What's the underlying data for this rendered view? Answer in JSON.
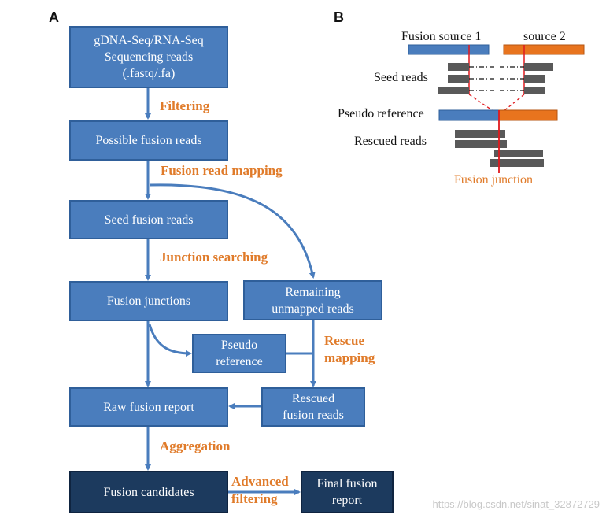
{
  "panels": {
    "a": "A",
    "b": "B"
  },
  "flowchart": {
    "boxes": {
      "sequencing": "gDNA-Seq/RNA-Seq\nSequencing reads\n(.fastq/.fa)",
      "possible": "Possible fusion reads",
      "seed": "Seed fusion reads",
      "junctions": "Fusion junctions",
      "remaining": "Remaining\nunmapped reads",
      "pseudo": "Pseudo\nreference",
      "raw_report": "Raw fusion report",
      "rescued": "Rescued\nfusion reads",
      "candidates": "Fusion candidates",
      "final_report": "Final fusion\nreport"
    },
    "steps": {
      "filtering": "Filtering",
      "mapping": "Fusion read mapping",
      "junction_search": "Junction searching",
      "rescue": "Rescue\nmapping",
      "aggregation": "Aggregation",
      "advanced": "Advanced\nfiltering"
    },
    "colors": {
      "box": "#4a7dbd",
      "box_dark": "#1c3a5e",
      "arrow": "#4a7dbd",
      "step_text": "#e07b2a"
    }
  },
  "schematic": {
    "source1": "Fusion source 1",
    "source2": "source 2",
    "seed_reads": "Seed reads",
    "pseudo_reference": "Pseudo reference",
    "rescued_reads": "Rescued reads",
    "fusion_junction": "Fusion junction",
    "colors": {
      "source1": "#4a7dbd",
      "source2": "#e8741e",
      "reads": "#595959",
      "junction": "#e0191e"
    }
  },
  "watermark": "https://blog.csdn.net/sinat_32872729"
}
